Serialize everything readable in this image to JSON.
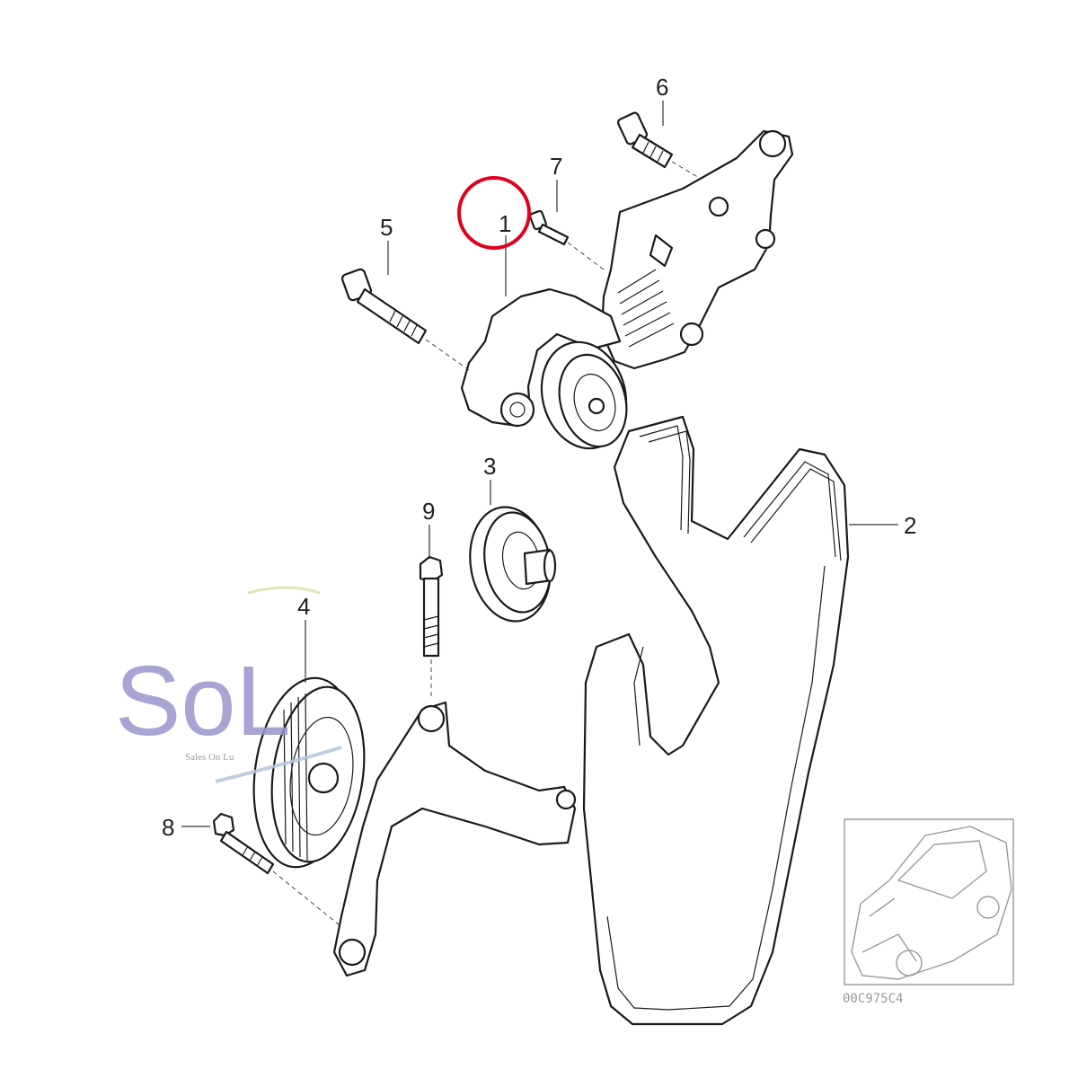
{
  "diagram": {
    "callouts": [
      {
        "id": "1",
        "label": "1",
        "highlighted": true
      },
      {
        "id": "2",
        "label": "2"
      },
      {
        "id": "3",
        "label": "3"
      },
      {
        "id": "4",
        "label": "4"
      },
      {
        "id": "5",
        "label": "5"
      },
      {
        "id": "6",
        "label": "6"
      },
      {
        "id": "7",
        "label": "7"
      },
      {
        "id": "8",
        "label": "8"
      },
      {
        "id": "9",
        "label": "9"
      }
    ],
    "highlight_color": "#e0001b",
    "diagram_code": "00C975C4"
  },
  "watermark": {
    "logo_text": "SoL",
    "tagline": "Sales On Lu",
    "color": "#9a95cc"
  }
}
